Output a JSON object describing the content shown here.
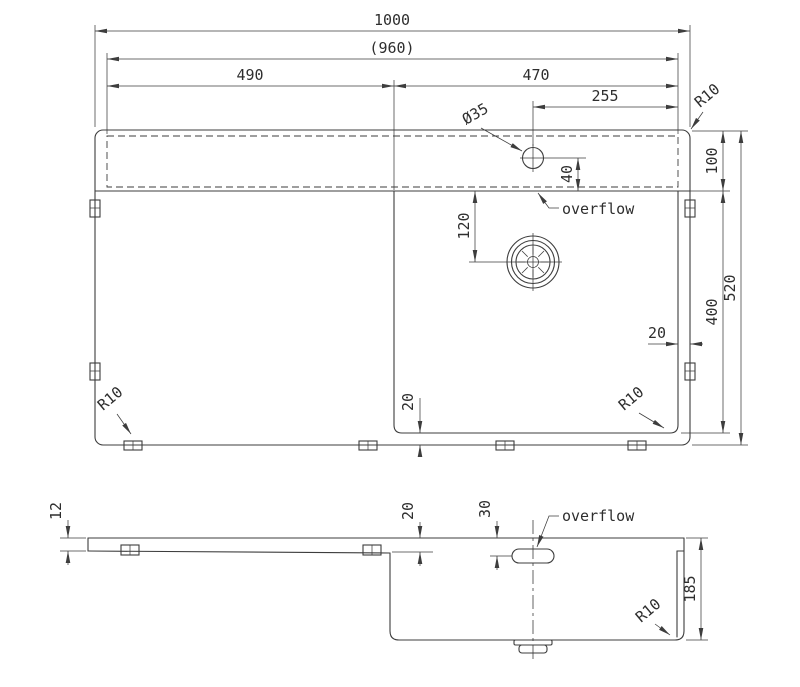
{
  "top": {
    "dim_1000": "1000",
    "dim_960": "(960)",
    "dim_490": "490",
    "dim_470": "470",
    "dim_255": "255",
    "hole_dia": "Ø35",
    "dim_40": "40",
    "dim_100": "100",
    "dim_120": "120",
    "dim_400": "400",
    "dim_520": "520",
    "gap_right": "20",
    "gap_bottom": "20",
    "r10_top_right": "R10",
    "r10_bottom_left": "R10",
    "r10_bottom_right": "R10",
    "overflow": "overflow"
  },
  "side": {
    "dim_12": "12",
    "dim_20": "20",
    "dim_30": "30",
    "dim_185": "185",
    "r10": "R10",
    "overflow": "overflow"
  },
  "colors": {
    "line": "#3d3d3d",
    "text": "#2e2e2e",
    "background": "#ffffff"
  }
}
